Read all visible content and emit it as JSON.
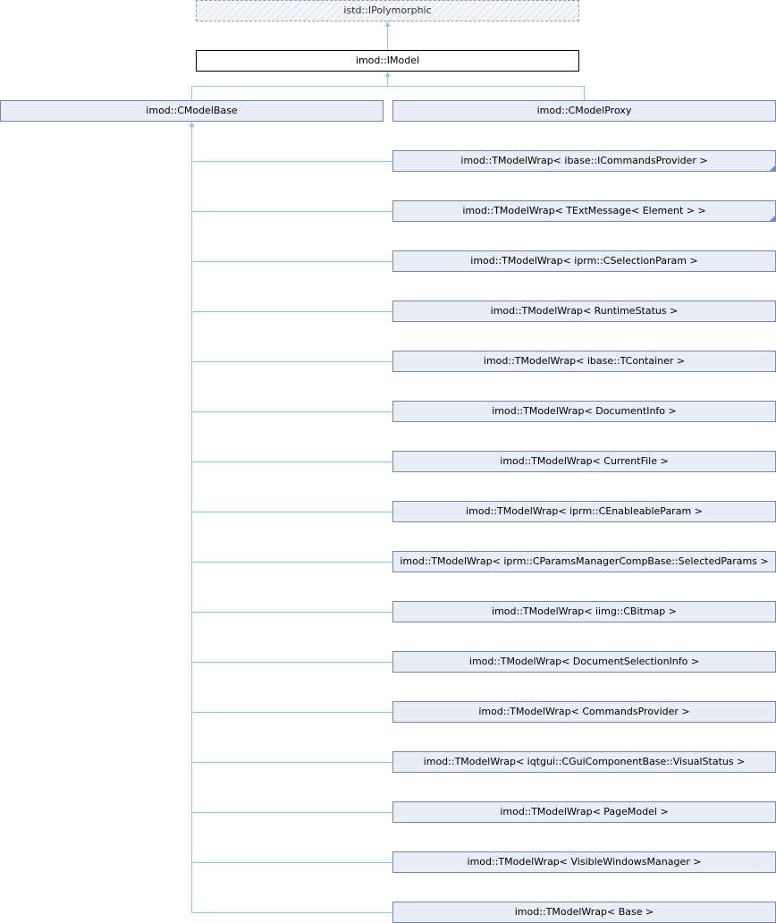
{
  "nodes": {
    "root": "istd::IPolymorphic",
    "current": "imod::IModel",
    "base": "imod::CModelBase",
    "proxy": "imod::CModelProxy"
  },
  "children": [
    {
      "label": "imod::TModelWrap< ibase::ICommandsProvider >",
      "truncated": true
    },
    {
      "label": "imod::TModelWrap< TExtMessage< Element > >",
      "truncated": true
    },
    {
      "label": "imod::TModelWrap< iprm::CSelectionParam >"
    },
    {
      "label": "imod::TModelWrap< RuntimeStatus >"
    },
    {
      "label": "imod::TModelWrap< ibase::TContainer >"
    },
    {
      "label": "imod::TModelWrap< DocumentInfo >"
    },
    {
      "label": "imod::TModelWrap< CurrentFile >"
    },
    {
      "label": "imod::TModelWrap< iprm::CEnableableParam >"
    },
    {
      "label": "imod::TModelWrap< iprm::CParamsManagerCompBase::SelectedParams >"
    },
    {
      "label": "imod::TModelWrap< iimg::CBitmap >"
    },
    {
      "label": "imod::TModelWrap< DocumentSelectionInfo >"
    },
    {
      "label": "imod::TModelWrap< CommandsProvider >"
    },
    {
      "label": "imod::TModelWrap< iqtgui::CGuiComponentBase::VisualStatus >"
    },
    {
      "label": "imod::TModelWrap< PageModel >"
    },
    {
      "label": "imod::TModelWrap< VisibleWindowsManager >"
    },
    {
      "label": "imod::TModelWrap< Base >"
    }
  ],
  "colors": {
    "edge": "#8ec9ea",
    "border": "#7486c2",
    "fill": "#e8ecf5"
  }
}
